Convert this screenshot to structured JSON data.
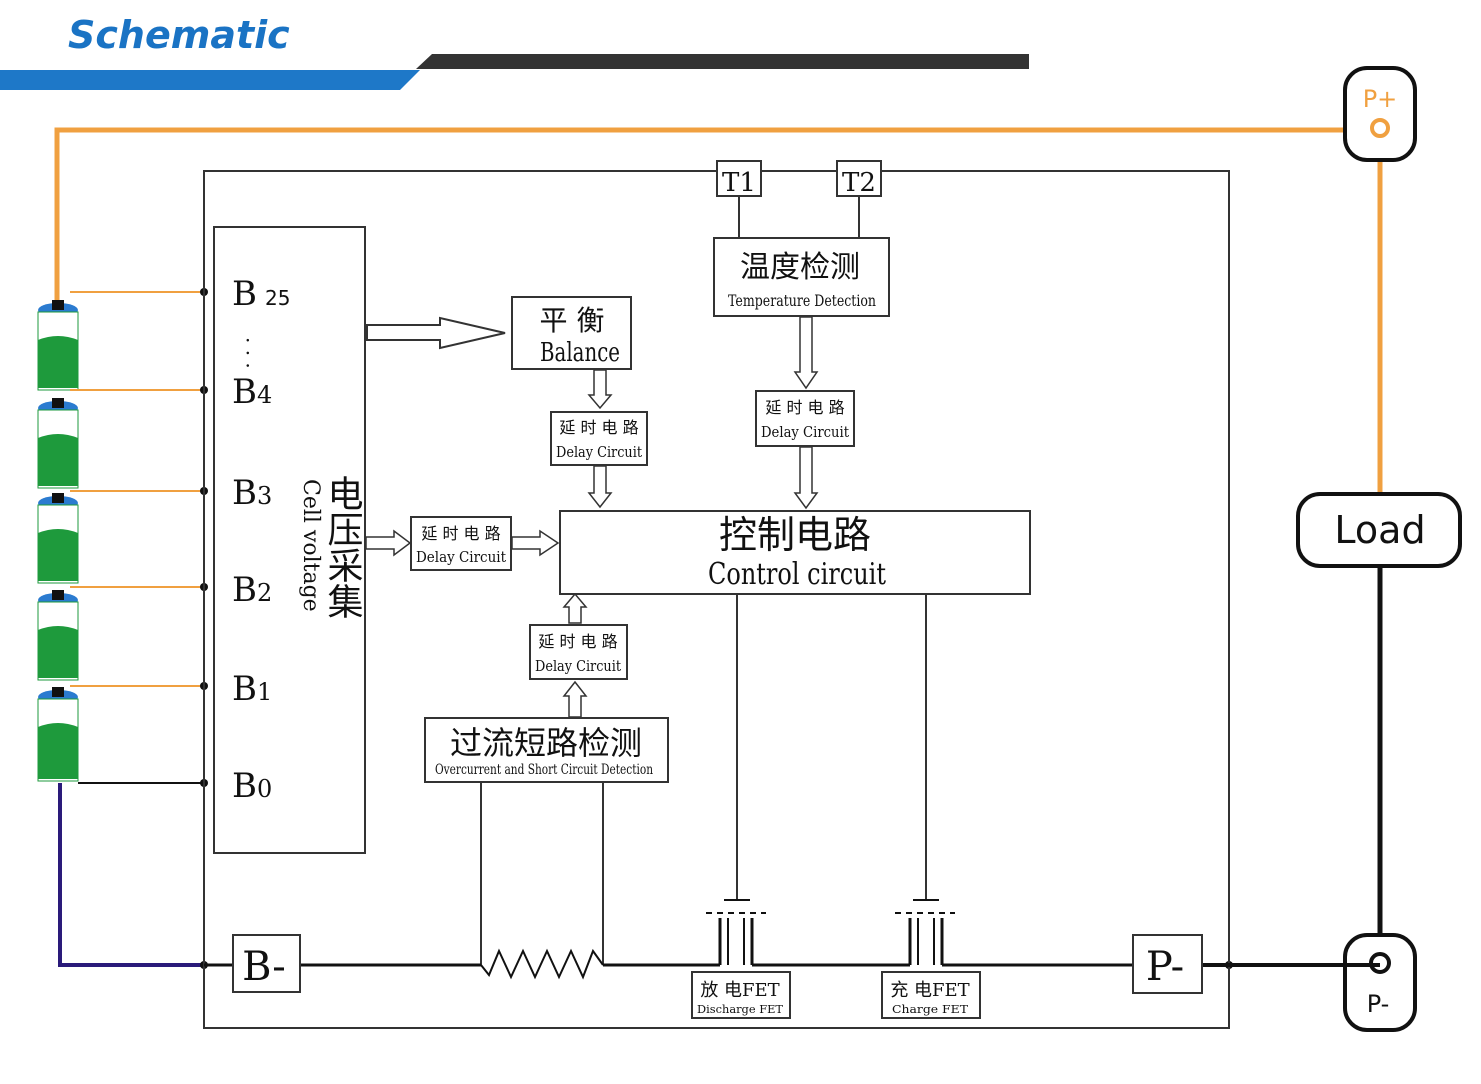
{
  "header": {
    "title": "Schematic",
    "title_color": "#1a73c4",
    "bar_blue": "#1e78c8",
    "bar_dark": "#333333"
  },
  "colors": {
    "orange_wire": "#f0a040",
    "cell_green": "#1e9a3c",
    "cell_blue": "#2b7bd0",
    "neg_wire": "#2a1a7a"
  },
  "terminals": {
    "p_plus": "P+",
    "p_minus": "P-",
    "load": "Load",
    "b_minus": "B-",
    "p_minus_box": "P-"
  },
  "sensors": {
    "t1": "T1",
    "t2": "T2"
  },
  "taps": {
    "b25": "B",
    "b25_sub": "25",
    "b4": "B",
    "b4_sub": "4",
    "b3": "B",
    "b3_sub": "3",
    "b2": "B",
    "b2_sub": "2",
    "b1": "B",
    "b1_sub": "1",
    "b0": "B",
    "b0_sub": "0",
    "dots": "·  ·  ·"
  },
  "blocks": {
    "voltage_cn": "电压采集",
    "voltage_en": "Cell voltage",
    "balance_cn": "平 衡",
    "balance_en": "Balance",
    "temp_cn": "温度检测",
    "temp_en": "Temperature Detection",
    "control_cn": "控制电路",
    "control_en": "Control circuit",
    "overcurrent_cn": "过流短路检测",
    "overcurrent_en": "Overcurrent and Short Circuit Detection",
    "delay_cn": "延 时 电 路",
    "delay_en": "Delay Circuit",
    "discharge_cn": "放 电FET",
    "discharge_en": "Discharge FET",
    "charge_cn": "充 电FET",
    "charge_en": "Charge FET"
  }
}
